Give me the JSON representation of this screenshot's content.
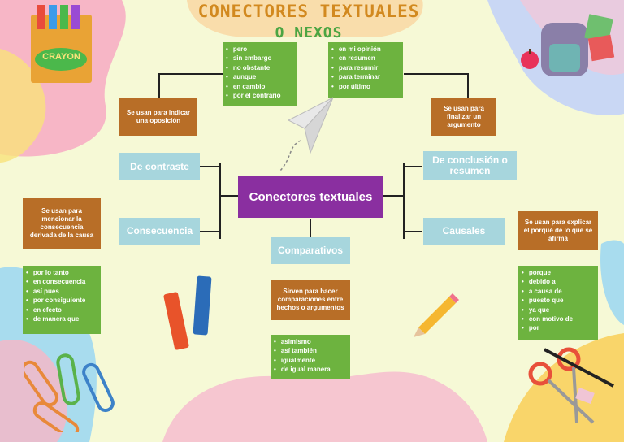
{
  "title": {
    "line1": "CONECTORES TEXTUALES",
    "line2": "O NEXOS"
  },
  "center": "Conectores textuales",
  "decorations": {
    "crayon_box_label": "CRAYON"
  },
  "nodes": {
    "contraste": {
      "label": "De contraste",
      "description": "Se usan para indicar una oposición",
      "examples": [
        "pero",
        "sin embargo",
        "no obstante",
        "aunque",
        "en cambio",
        "por el contrario"
      ]
    },
    "conclusion": {
      "label": "De conclusión o resumen",
      "description": "Se usan para finalizar un argumento",
      "examples": [
        "en mi opinión",
        "en resumen",
        "para resumir",
        "para terminar",
        "por último"
      ]
    },
    "consecuencia": {
      "label": "Consecuencia",
      "description": "Se usan para mencionar la consecuencia derivada de la causa",
      "examples": [
        "por lo tanto",
        "en consecuencia",
        "así pues",
        "por consiguiente",
        "en efecto",
        "de manera que"
      ]
    },
    "comparativos": {
      "label": "Comparativos",
      "description": "Sirven para hacer comparaciones entre hechos o argumentos",
      "examples": [
        "asimismo",
        "así también",
        "igualmente",
        "de igual manera"
      ]
    },
    "causales": {
      "label": "Causales",
      "description": "Se usan para explicar el porqué de lo que se afirma",
      "examples": [
        "porque",
        "debido a",
        "a causa de",
        "puesto que",
        "ya que",
        "con motivo de",
        "por"
      ]
    }
  },
  "colors": {
    "center": "#8a2fa0",
    "category": "#a7d6dd",
    "description": "#b86e27",
    "examples": "#6db33f",
    "title": "#d2891f",
    "subtitle": "#4ba543"
  }
}
